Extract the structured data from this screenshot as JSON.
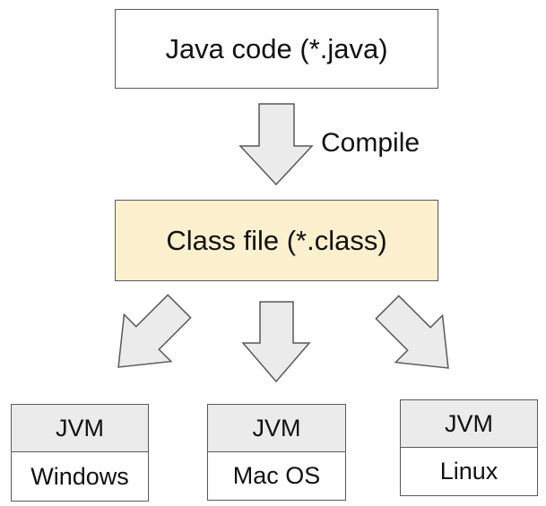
{
  "source": {
    "label": "Java code (*.java)"
  },
  "step": {
    "label": "Compile"
  },
  "output": {
    "label": "Class file (*.class)",
    "fill": "#fdf0cf"
  },
  "arrow_fill": "#ebebeb",
  "jvm_fill": "#ebebeb",
  "platforms": [
    {
      "jvm": "JVM",
      "os": "Windows"
    },
    {
      "jvm": "JVM",
      "os": "Mac OS"
    },
    {
      "jvm": "JVM",
      "os": "Linux"
    }
  ]
}
